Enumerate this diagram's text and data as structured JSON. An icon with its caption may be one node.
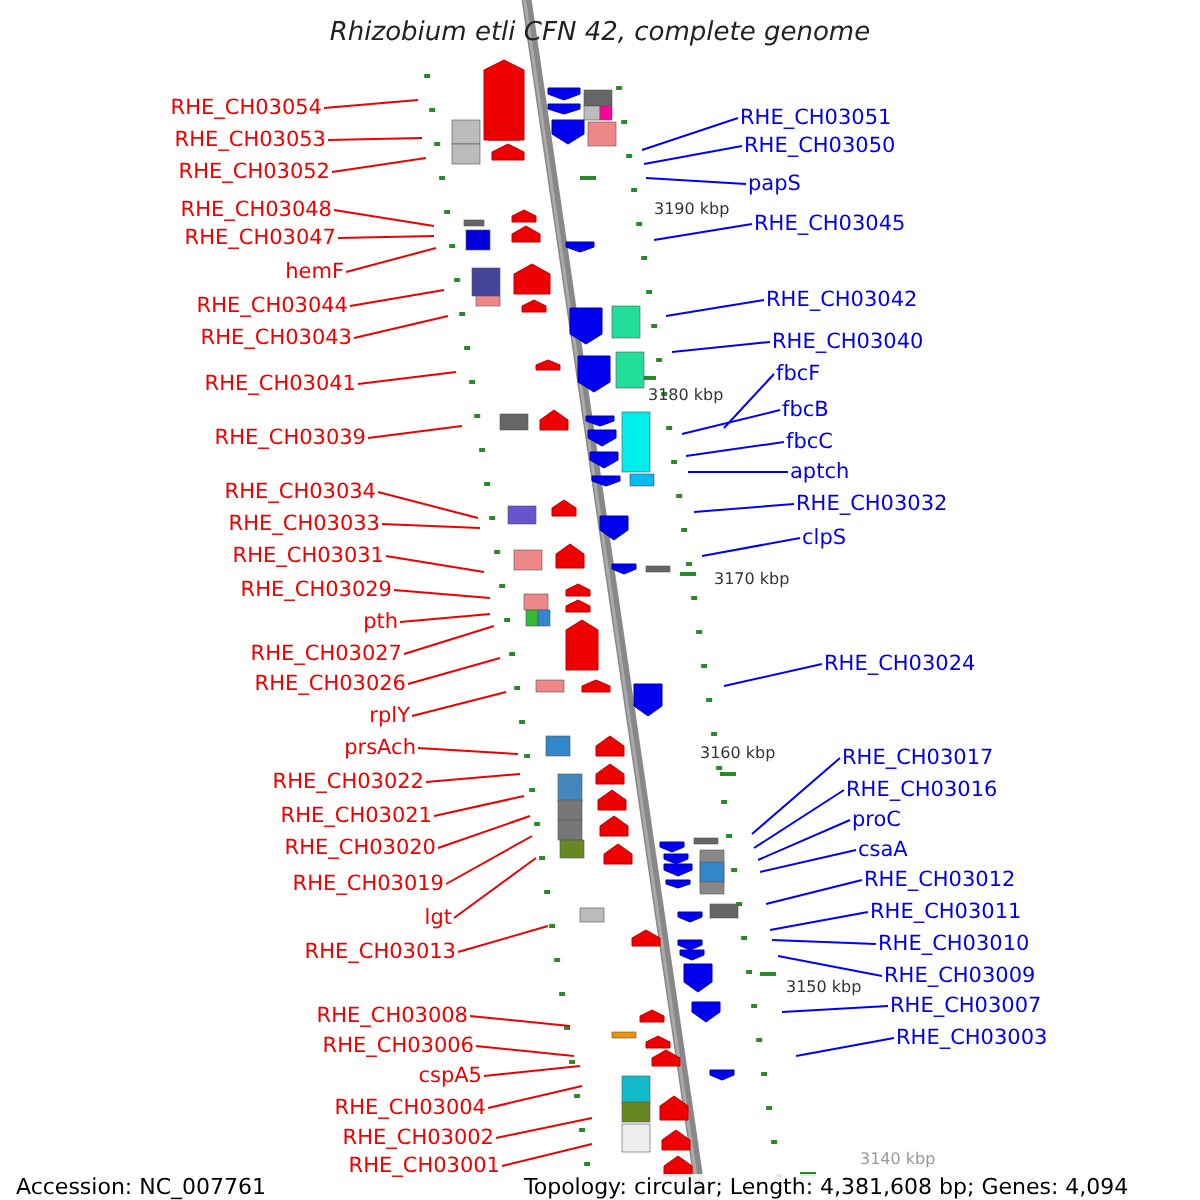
{
  "diagram": {
    "title": "Rhizobium etli CFN 42, complete genome",
    "nodes": [
      {
        "text": [
          "RHE_CH03054"
        ]
      },
      {
        "text": [
          "RHE_CH03053"
        ]
      },
      {
        "text": [
          "RHE_CH03052"
        ]
      },
      {
        "text": [
          "RHE_CH03048"
        ]
      },
      {
        "text": [
          "RHE_CH03047"
        ]
      },
      {
        "text": [
          "hemF"
        ]
      },
      {
        "text": [
          "RHE_CH03044"
        ]
      },
      {
        "text": [
          "RHE_CH03043"
        ]
      },
      {
        "text": [
          "RHE_CH03041"
        ]
      },
      {
        "text": [
          "RHE_CH03039"
        ]
      },
      {
        "text": [
          "RHE_CH03034"
        ]
      },
      {
        "text": [
          "RHE_CH03033"
        ]
      },
      {
        "text": [
          "RHE_CH03031"
        ]
      },
      {
        "text": [
          "RHE_CH03029"
        ]
      },
      {
        "text": [
          "pth"
        ]
      },
      {
        "text": [
          "RHE_CH03027"
        ]
      },
      {
        "text": [
          "RHE_CH03026"
        ]
      },
      {
        "text": [
          "rplY"
        ]
      },
      {
        "text": [
          "prsAch"
        ]
      },
      {
        "text": [
          "RHE_CH03022"
        ]
      },
      {
        "text": [
          "RHE_CH03021"
        ]
      },
      {
        "text": [
          "RHE_CH03020"
        ]
      },
      {
        "text": [
          "RHE_CH03019"
        ]
      },
      {
        "text": [
          "lgt"
        ]
      },
      {
        "text": [
          "RHE_CH03013"
        ]
      },
      {
        "text": [
          "RHE_CH03008"
        ]
      },
      {
        "text": [
          "RHE_CH03006"
        ]
      },
      {
        "text": [
          "cspA5"
        ]
      },
      {
        "text": [
          "RHE_CH03004"
        ]
      },
      {
        "text": [
          "RHE_CH03002"
        ]
      },
      {
        "text": [
          "RHE_CH03001"
        ]
      },
      {
        "text": [
          "RHE_CH03051"
        ]
      },
      {
        "text": [
          "RHE_CH03050"
        ]
      },
      {
        "text": [
          "papS"
        ]
      },
      {
        "text": [
          "RHE_CH03045"
        ]
      },
      {
        "text": [
          "RHE_CH03042"
        ]
      },
      {
        "text": [
          "RHE_CH03040"
        ]
      },
      {
        "text": [
          "fbcF"
        ]
      },
      {
        "text": [
          "fbcB"
        ]
      },
      {
        "text": [
          "fbcC"
        ]
      },
      {
        "text": [
          "aptch"
        ]
      },
      {
        "text": [
          "RHE_CH03032"
        ]
      },
      {
        "text": [
          "clpS"
        ]
      },
      {
        "text": [
          "RHE_CH03024"
        ]
      },
      {
        "text": [
          "RHE_CH03017"
        ]
      },
      {
        "text": [
          "RHE_CH03016"
        ]
      },
      {
        "text": [
          "proC"
        ]
      },
      {
        "text": [
          "csaA"
        ]
      },
      {
        "text": [
          "RHE_CH03012"
        ]
      },
      {
        "text": [
          "RHE_CH03011"
        ]
      },
      {
        "text": [
          "RHE_CH03010"
        ]
      },
      {
        "text": [
          "RHE_CH03009"
        ]
      },
      {
        "text": [
          "RHE_CH03007"
        ]
      },
      {
        "text": [
          "RHE_CH03003"
        ]
      }
    ],
    "edges": [
      {
        "from": 0,
        "to": null,
        "arrow": "none"
      },
      {
        "from": 1,
        "to": null,
        "arrow": "none"
      },
      {
        "from": 2,
        "to": null,
        "arrow": "none"
      },
      {
        "from": 3,
        "to": null,
        "arrow": "none"
      },
      {
        "from": 4,
        "to": null,
        "arrow": "none"
      },
      {
        "from": 5,
        "to": null,
        "arrow": "none"
      },
      {
        "from": 6,
        "to": null,
        "arrow": "none"
      },
      {
        "from": 7,
        "to": null,
        "arrow": "none"
      },
      {
        "from": 8,
        "to": null,
        "arrow": "none"
      },
      {
        "from": 9,
        "to": null,
        "arrow": "none"
      },
      {
        "from": 10,
        "to": null,
        "arrow": "none"
      },
      {
        "from": 11,
        "to": null,
        "arrow": "none"
      },
      {
        "from": 12,
        "to": null,
        "arrow": "none"
      },
      {
        "from": 13,
        "to": null,
        "arrow": "none"
      },
      {
        "from": 14,
        "to": null,
        "arrow": "none"
      },
      {
        "from": 15,
        "to": null,
        "arrow": "none"
      },
      {
        "from": 16,
        "to": null,
        "arrow": "none"
      },
      {
        "from": 17,
        "to": null,
        "arrow": "none"
      },
      {
        "from": 18,
        "to": null,
        "arrow": "none"
      },
      {
        "from": 19,
        "to": null,
        "arrow": "none"
      },
      {
        "from": 20,
        "to": null,
        "arrow": "none"
      },
      {
        "from": 21,
        "to": null,
        "arrow": "none"
      },
      {
        "from": 22,
        "to": null,
        "arrow": "none"
      },
      {
        "from": 23,
        "to": null,
        "arrow": "none"
      },
      {
        "from": 24,
        "to": null,
        "arrow": "none"
      },
      {
        "from": 25,
        "to": null,
        "arrow": "none"
      },
      {
        "from": 26,
        "to": null,
        "arrow": "none"
      },
      {
        "from": 27,
        "to": null,
        "arrow": "none"
      },
      {
        "from": 28,
        "to": null,
        "arrow": "none"
      },
      {
        "from": 29,
        "to": null,
        "arrow": "none"
      },
      {
        "from": 30,
        "to": null,
        "arrow": "none"
      },
      {
        "from": 31,
        "to": null,
        "arrow": "none",
        "color": "#0000ff"
      },
      {
        "from": 32,
        "to": null,
        "arrow": "none",
        "color": "#0000ff"
      },
      {
        "from": 33,
        "to": null,
        "arrow": "none",
        "color": "#0000ff"
      },
      {
        "from": 34,
        "to": null,
        "arrow": "none",
        "color": "#0000ff"
      },
      {
        "from": 35,
        "to": null,
        "arrow": "none",
        "color": "#0000ff"
      },
      {
        "from": 36,
        "to": null,
        "arrow": "none",
        "color": "#0000ff"
      },
      {
        "from": 37,
        "to": null,
        "arrow": "none",
        "color": "#0000ff"
      },
      {
        "from": 38,
        "to": null,
        "arrow": "none",
        "color": "#0000ff"
      },
      {
        "from": 39,
        "to": null,
        "arrow": "none",
        "color": "#0000ff"
      },
      {
        "from": 40,
        "to": null,
        "arrow": "none",
        "color": "#0000ff"
      },
      {
        "from": 41,
        "to": null,
        "arrow": "none",
        "color": "#0000ff"
      },
      {
        "from": 42,
        "to": null,
        "arrow": "none",
        "color": "#0000ff"
      },
      {
        "from": 43,
        "to": null,
        "arrow": "none",
        "color": "#0000ff"
      },
      {
        "from": 44,
        "to": null,
        "arrow": "none",
        "color": "#0000ff"
      },
      {
        "from": 45,
        "to": null,
        "arrow": "none",
        "color": "#0000ff"
      },
      {
        "from": 46,
        "to": null,
        "arrow": "none",
        "color": "#0000ff"
      },
      {
        "from": 47,
        "to": null,
        "arrow": "none",
        "color": "#0000ff"
      },
      {
        "from": 48,
        "to": null,
        "arrow": "none",
        "color": "#0000ff"
      },
      {
        "from": 49,
        "to": null,
        "arrow": "none",
        "color": "#0000ff"
      },
      {
        "from": 50,
        "to": null,
        "arrow": "none",
        "color": "#0000ff"
      },
      {
        "from": 51,
        "to": null,
        "arrow": "none",
        "color": "#0000ff"
      },
      {
        "from": 52,
        "to": null,
        "arrow": "none",
        "color": "#0000ff"
      },
      {
        "from": 53,
        "to": null,
        "arrow": "none",
        "color": "#0000ff"
      }
    ],
    "labels": [
      "3190 kbp",
      "3180 kbp",
      "3170 kbp",
      "3160 kbp",
      "3150 kbp",
      "3140 kbp",
      "Accession: NC_007761",
      "Topology: circular; Length: 4,381,608 bp; Genes: 4,094"
    ]
  }
}
